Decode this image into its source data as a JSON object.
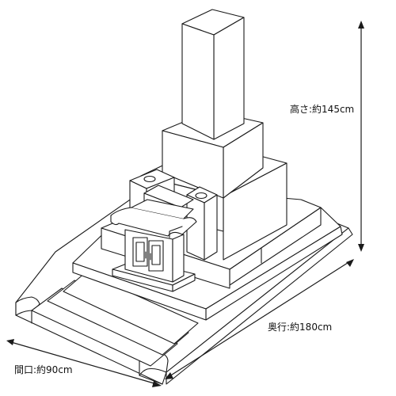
{
  "title": "",
  "labels": {
    "height": "高さ:約145cm",
    "depth": "奥行:約180cm",
    "width": "間口:約90cm"
  },
  "colors": {
    "line": "#1a1a1a",
    "fill": "#ffffff"
  }
}
